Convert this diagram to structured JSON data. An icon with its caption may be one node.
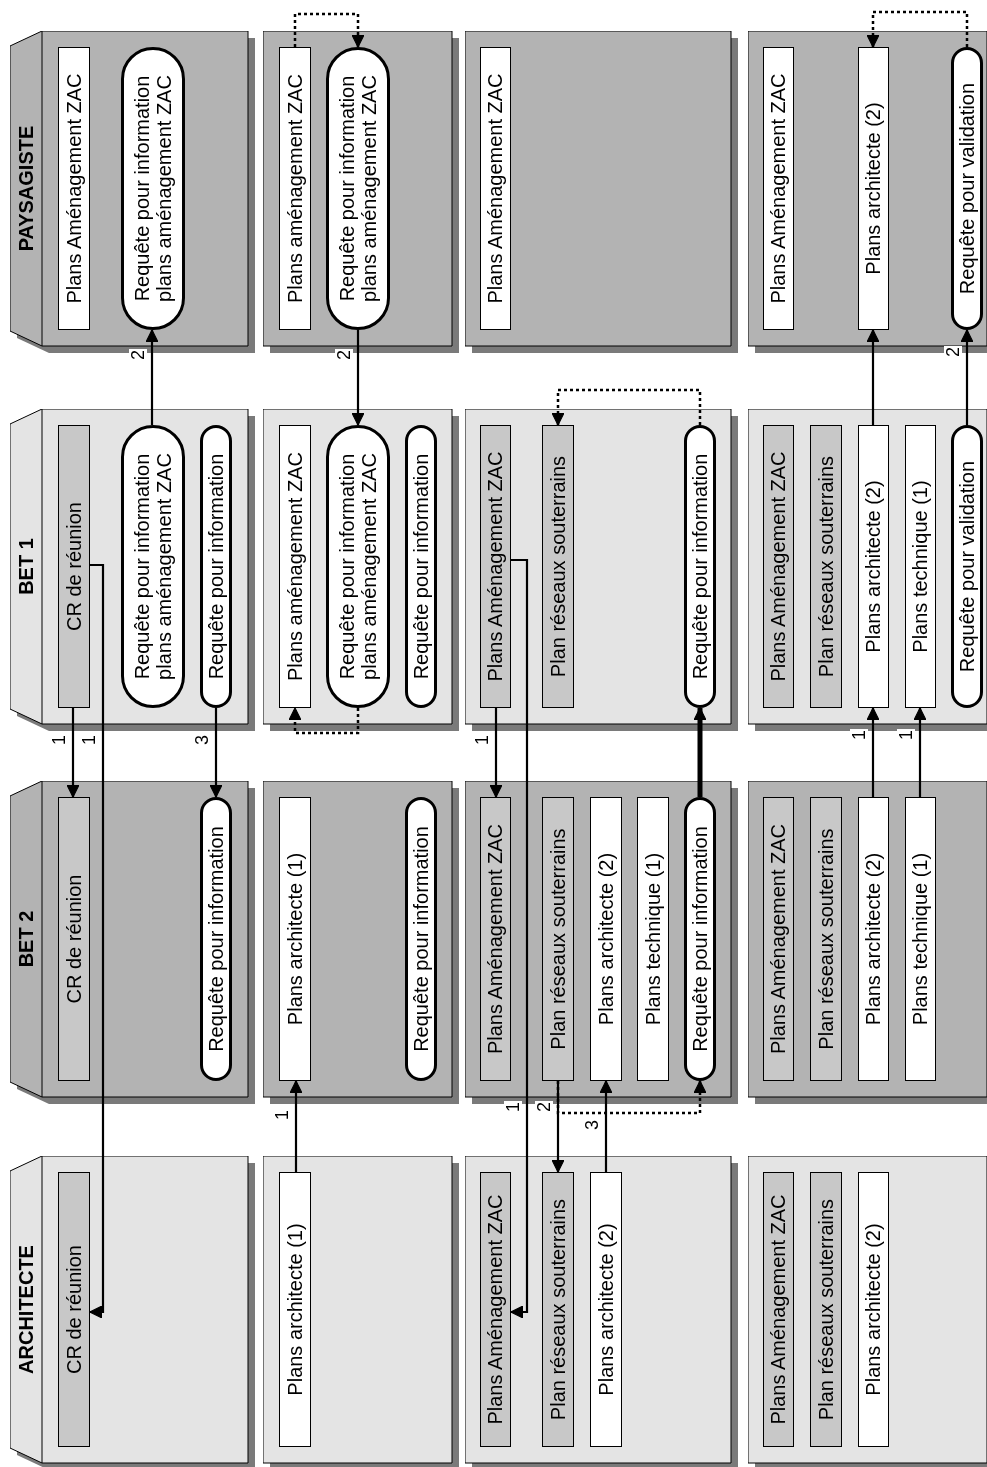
{
  "diagram": {
    "nodes": [
      {
        "text": [
          "ARCHITECTE"
        ]
      },
      {
        "text": [
          "CR de réunion"
        ],
        "in": 0
      },
      {
        "text": [
          "BET 2"
        ]
      },
      {
        "text": [
          "CR de réunion"
        ],
        "in": 2
      },
      {
        "text": [
          "Requête pour information"
        ],
        "in": 2
      },
      {
        "text": [
          "BET 1"
        ]
      },
      {
        "text": [
          "CR de réunion"
        ],
        "in": 5
      },
      {
        "text": [
          "Requête pour information plans aménagement ZAC"
        ],
        "in": 5
      },
      {
        "text": [
          "Requête pour information"
        ],
        "in": 5
      },
      {
        "text": [
          "PAYSAGISTE"
        ]
      },
      {
        "text": [
          "Plans Aménagement ZAC"
        ],
        "in": 9
      },
      {
        "text": [
          "Requête pour information plans aménagement ZAC"
        ],
        "in": 9
      },
      {
        "text": [],
        "shape": "box"
      },
      {
        "text": [
          "Plans architecte (1)"
        ],
        "in": 12
      },
      {
        "text": [],
        "shape": "box"
      },
      {
        "text": [
          "Plans architecte (1)"
        ],
        "in": 14
      },
      {
        "text": [
          "Requête pour information"
        ],
        "in": 14
      },
      {
        "text": [],
        "shape": "box"
      },
      {
        "text": [
          "Plans aménagement ZAC"
        ],
        "in": 17
      },
      {
        "text": [
          "Requête pour information plans aménagement ZAC"
        ],
        "in": 17
      },
      {
        "text": [
          "Requête pour information"
        ],
        "in": 17
      },
      {
        "text": [],
        "shape": "box"
      },
      {
        "text": [
          "Plans aménagement ZAC"
        ],
        "in": 21
      },
      {
        "text": [
          "Requête pour information plans aménagement ZAC"
        ],
        "in": 21
      },
      {
        "text": [],
        "shape": "box"
      },
      {
        "text": [
          "Plans Aménagement ZAC"
        ],
        "in": 24
      },
      {
        "text": [
          "Plan réseaux souterrains"
        ],
        "in": 24
      },
      {
        "text": [
          "Plans architecte (2)"
        ],
        "in": 24
      },
      {
        "text": [],
        "shape": "box"
      },
      {
        "text": [
          "Plans Aménagement ZAC"
        ],
        "in": 28
      },
      {
        "text": [
          "Plan réseaux souterrains"
        ],
        "in": 28
      },
      {
        "text": [
          "Plans architecte (2)"
        ],
        "in": 28
      },
      {
        "text": [
          "Plans technique (1)"
        ],
        "in": 28
      },
      {
        "text": [
          "Requête pour information"
        ],
        "in": 28
      },
      {
        "text": [],
        "shape": "box"
      },
      {
        "text": [
          "Plans Aménagement ZAC"
        ],
        "in": 34
      },
      {
        "text": [
          "Plan réseaux souterrains"
        ],
        "in": 34
      },
      {
        "text": [
          "Requête pour information"
        ],
        "in": 34
      },
      {
        "text": [],
        "shape": "box"
      },
      {
        "text": [
          "Plans Aménagement ZAC"
        ],
        "in": 38
      },
      {
        "text": [],
        "shape": "box"
      },
      {
        "text": [
          "Plans Aménagement ZAC"
        ],
        "in": 40
      },
      {
        "text": [
          "Plan réseaux souterrains"
        ],
        "in": 40
      },
      {
        "text": [
          "Plans architecte (2)"
        ],
        "in": 40
      },
      {
        "text": [],
        "shape": "box"
      },
      {
        "text": [
          "Plans Aménagement ZAC"
        ],
        "in": 44
      },
      {
        "text": [
          "Plan réseaux souterrains"
        ],
        "in": 44
      },
      {
        "text": [
          "Plans architecte (2)"
        ],
        "in": 44
      },
      {
        "text": [
          "Plans technique (1)"
        ],
        "in": 44
      },
      {
        "text": [],
        "shape": "box"
      },
      {
        "text": [
          "Plans Aménagement ZAC"
        ],
        "in": 49
      },
      {
        "text": [
          "Plan réseaux souterrains"
        ],
        "in": 49
      },
      {
        "text": [
          "Plans architecte (2)"
        ],
        "in": 49
      },
      {
        "text": [
          "Plans technique (1)"
        ],
        "in": 49
      },
      {
        "text": [
          "Requête pour validation"
        ],
        "in": 49
      },
      {
        "text": [],
        "shape": "box"
      },
      {
        "text": [
          "Plans Aménagement ZAC"
        ],
        "in": 55
      },
      {
        "text": [
          "Plans architecte (2)"
        ],
        "in": 55
      },
      {
        "text": [
          "Requête pour validation"
        ],
        "in": 55
      }
    ],
    "edges": [
      {
        "from": 6,
        "to": 3,
        "arrow": "to",
        "label": "1"
      },
      {
        "from": 6,
        "to": 1,
        "arrow": "to",
        "label": "1"
      },
      {
        "from": 8,
        "to": 4,
        "arrow": "to",
        "label": "3"
      },
      {
        "from": 7,
        "to": 11,
        "arrow": "to",
        "label": "2"
      },
      {
        "from": 13,
        "to": 15,
        "arrow": "to",
        "label": "1"
      },
      {
        "from": 22,
        "to": 23,
        "arrow": "to",
        "style": "dashed"
      },
      {
        "from": 23,
        "to": 19,
        "arrow": "to",
        "label": "2"
      },
      {
        "from": 19,
        "to": 18,
        "arrow": "to",
        "style": "dashed"
      },
      {
        "from": 35,
        "to": 29,
        "arrow": "to",
        "label": "1"
      },
      {
        "from": 35,
        "to": 25,
        "arrow": "to",
        "label": "1"
      },
      {
        "from": 37,
        "to": 36,
        "arrow": "to",
        "style": "dashed"
      },
      {
        "from": 33,
        "to": 37,
        "arrow": "to",
        "style": "thick"
      },
      {
        "from": 30,
        "to": 26,
        "arrow": "to",
        "label": "2"
      },
      {
        "from": 30,
        "to": 33,
        "arrow": "to",
        "style": "dashed"
      },
      {
        "from": 27,
        "to": 31,
        "arrow": "to",
        "label": "3"
      },
      {
        "from": 47,
        "to": 52,
        "arrow": "to",
        "label": "1"
      },
      {
        "from": 48,
        "to": 53,
        "arrow": "to",
        "label": "1"
      },
      {
        "from": 52,
        "to": 57,
        "arrow": "to"
      },
      {
        "from": 54,
        "to": 58,
        "arrow": "to",
        "label": "2"
      },
      {
        "from": 58,
        "to": 57,
        "arrow": "to",
        "style": "dashed"
      }
    ]
  }
}
